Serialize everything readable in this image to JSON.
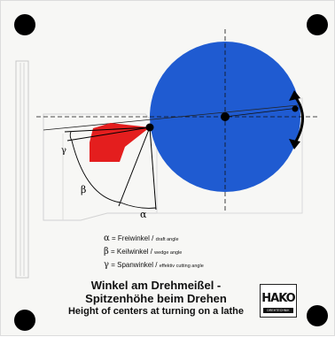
{
  "diagram": {
    "labels": {
      "gamma": "γ",
      "beta": "β",
      "alpha": "α"
    }
  },
  "legend": {
    "items": [
      {
        "symbol": "α",
        "label": "= Freiwinkel /",
        "sub": "draft angle"
      },
      {
        "symbol": "β",
        "label": "= Keilwinkel /",
        "sub": "wedge angle"
      },
      {
        "symbol": "γ",
        "label": "= Spanwinkel /",
        "sub": "effektiv cutting angle"
      }
    ]
  },
  "title": {
    "line1": "Winkel am Drehmeißel -",
    "line2": "Spitzenhöhe beim Drehen",
    "line3": "Height of centers at turning on a lathe"
  },
  "logo": {
    "name": "HAKO",
    "tagline": "DREHTECHNIK"
  },
  "colors": {
    "workpiece": "#1f5bd1",
    "tool": "#e41e1e",
    "mount_hole": "#000000"
  }
}
